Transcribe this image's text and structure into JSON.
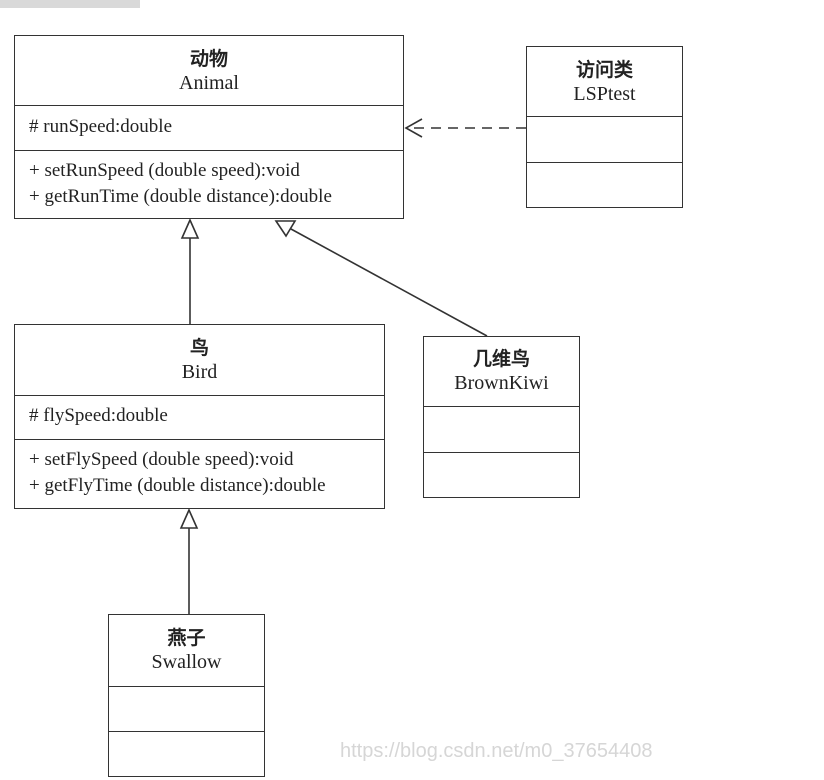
{
  "classes": {
    "animal": {
      "name_cn": "动物",
      "name_en": "Animal",
      "attributes": [
        "# runSpeed:double"
      ],
      "methods": [
        "+ setRunSpeed (double speed):void",
        "+ getRunTime (double distance):double"
      ]
    },
    "lsptest": {
      "name_cn": "访问类",
      "name_en": "LSPtest",
      "attributes": [],
      "methods": []
    },
    "bird": {
      "name_cn": "鸟",
      "name_en": "Bird",
      "attributes": [
        "# flySpeed:double"
      ],
      "methods": [
        "+ setFlySpeed (double speed):void",
        "+ getFlyTime (double distance):double"
      ]
    },
    "brownkiwi": {
      "name_cn": "几维鸟",
      "name_en": "BrownKiwi",
      "attributes": [],
      "methods": []
    },
    "swallow": {
      "name_cn": "燕子",
      "name_en": "Swallow",
      "attributes": [],
      "methods": []
    }
  },
  "watermark": "https://blog.csdn.net/m0_37654408"
}
